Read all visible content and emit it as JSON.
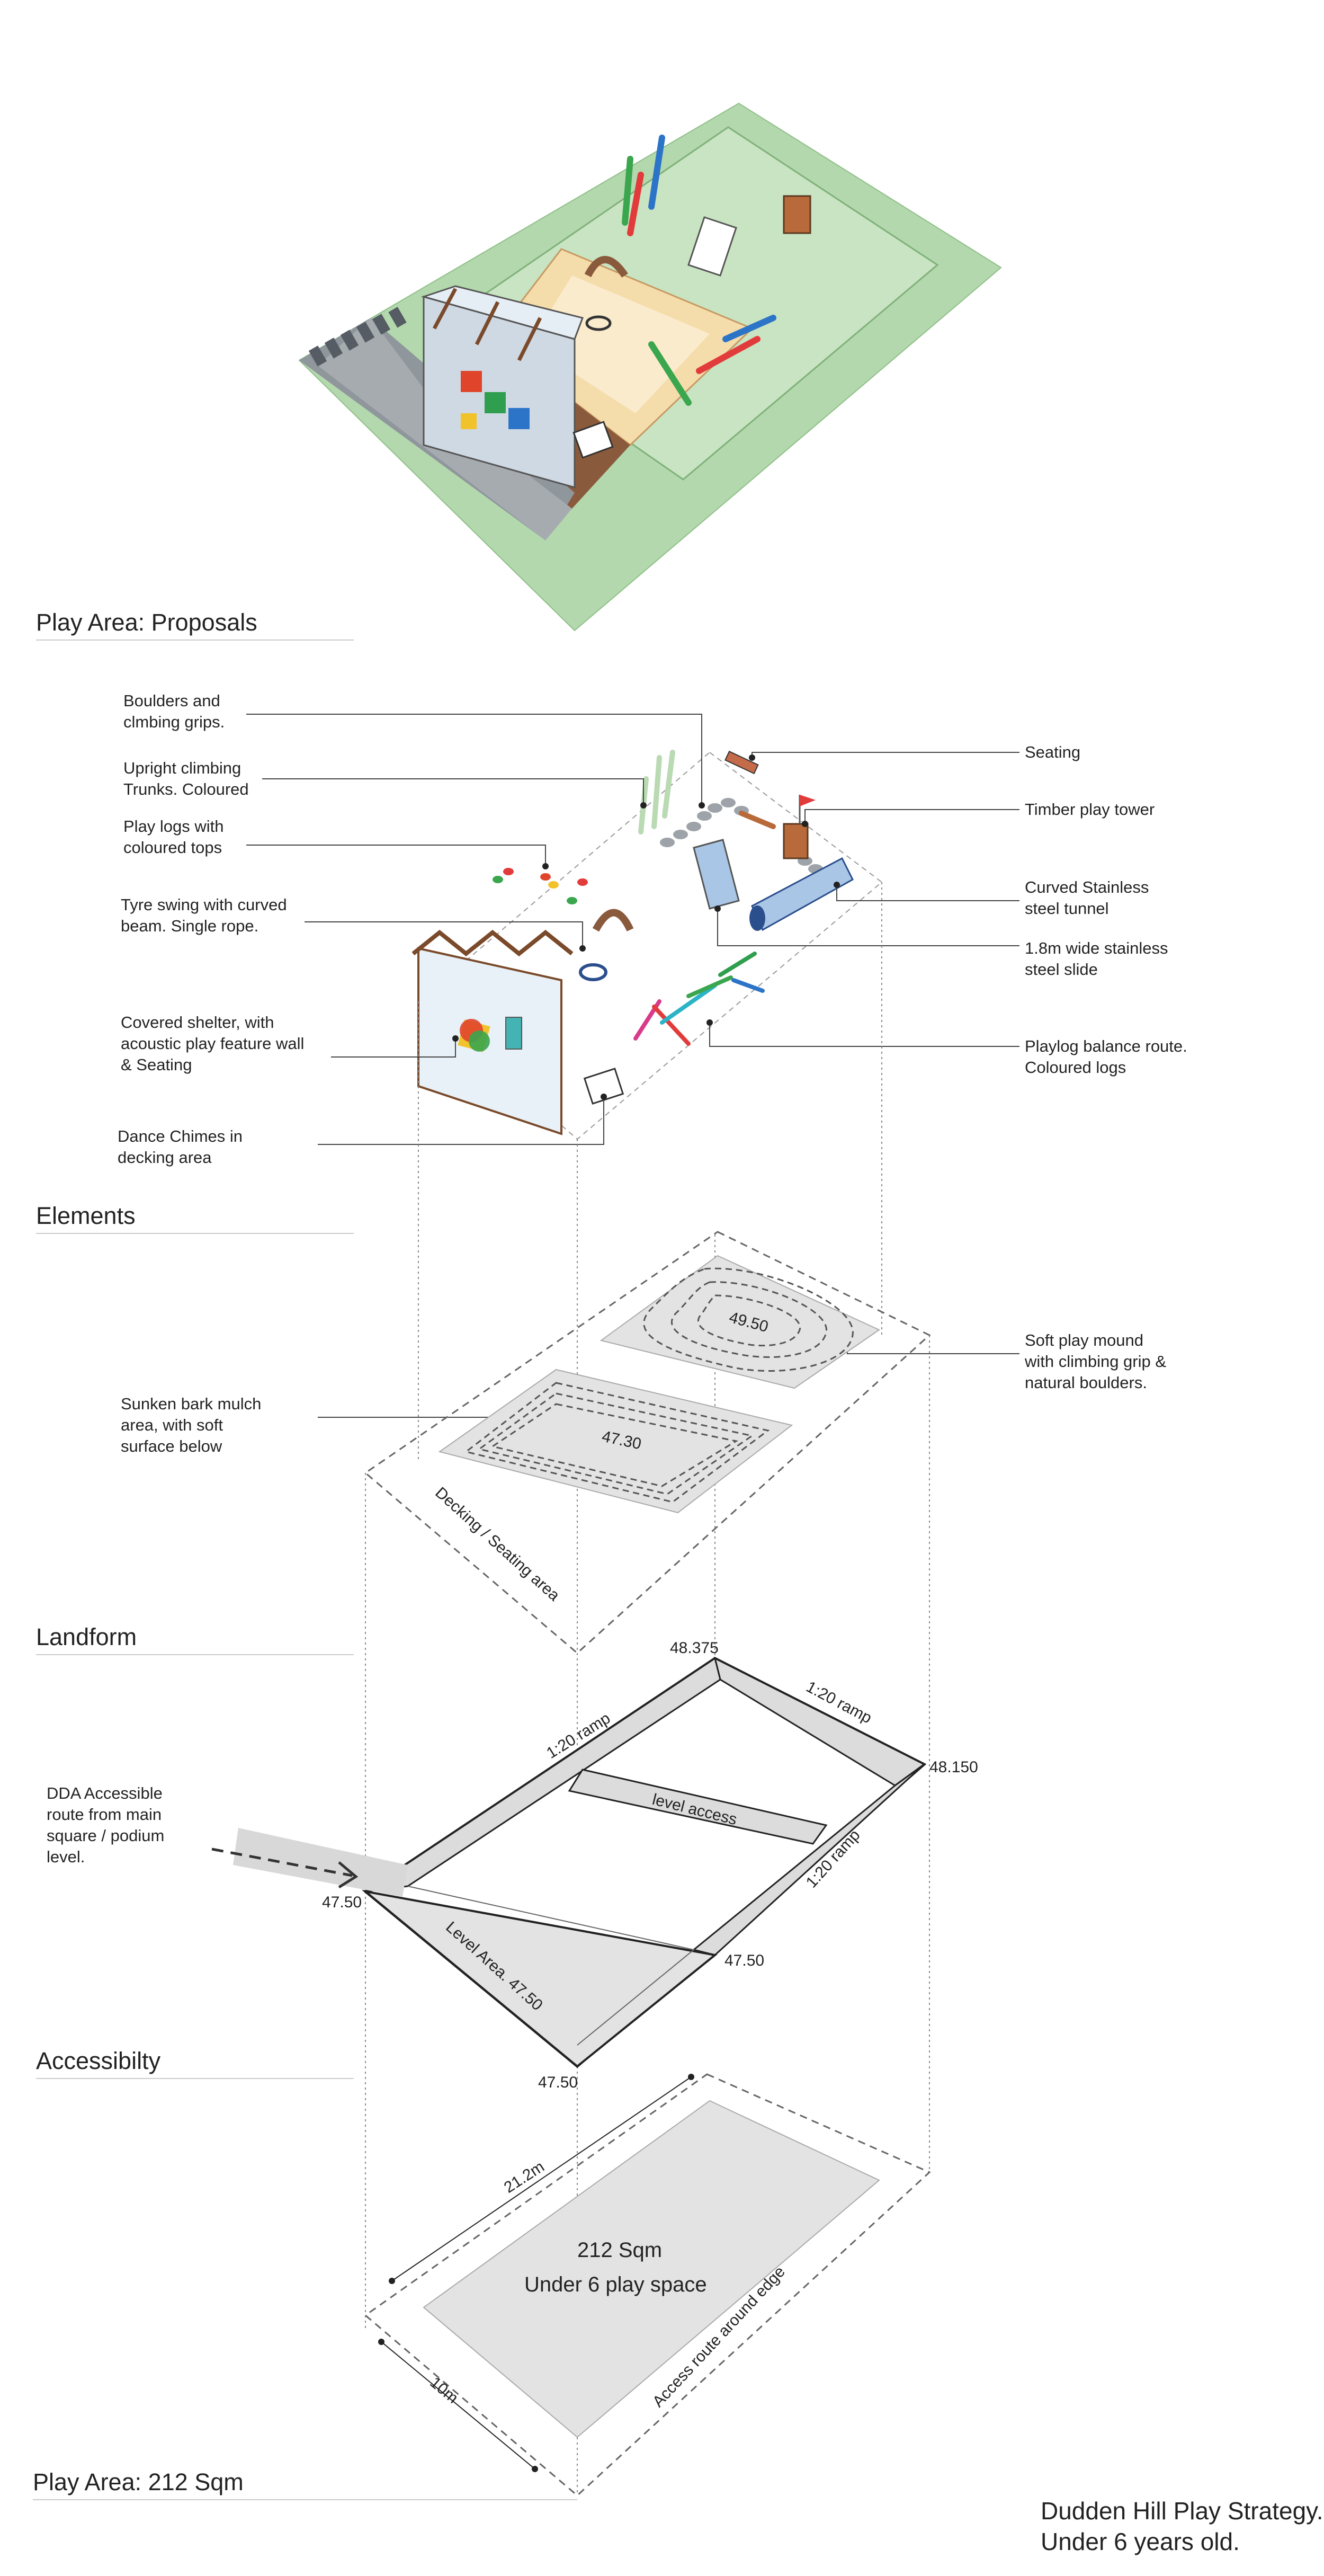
{
  "sections": {
    "proposals": "Play Area: Proposals",
    "elements": "Elements",
    "landform": "Landform",
    "accessibility": "Accessibilty",
    "area": "Play Area: 212 Sqm"
  },
  "callouts": {
    "boulders": [
      "Boulders and",
      "clmbing grips."
    ],
    "upright": [
      "Upright climbing",
      "Trunks. Coloured"
    ],
    "playlogs": [
      "Play logs with",
      "coloured tops"
    ],
    "tyre": [
      "Tyre swing with curved",
      "beam. Single rope."
    ],
    "shelter": [
      "Covered shelter, with",
      "acoustic play feature wall",
      "& Seating"
    ],
    "chimes": [
      "Dance Chimes in",
      "decking area"
    ],
    "seating": [
      "Seating"
    ],
    "tower": [
      "Timber play tower"
    ],
    "tunnel": [
      "Curved Stainless",
      "steel tunnel"
    ],
    "slide": [
      "1.8m wide stainless",
      "steel slide"
    ],
    "balance": [
      "Playlog balance route.",
      "Coloured logs"
    ],
    "mound": [
      "Soft play mound",
      "with climbing grip &",
      "natural boulders."
    ],
    "bark": [
      "Sunken bark mulch",
      "area, with soft",
      "surface below"
    ],
    "dda": [
      "DDA Accessible",
      "route from main",
      "square / podium",
      "level."
    ]
  },
  "landform": {
    "mound_level": "49.50",
    "bark_level": "47.30",
    "decking_label": "Decking / Seating area"
  },
  "accessibility": {
    "level_top": "48.375",
    "level_right": "48.150",
    "level_left": "47.50",
    "level_mid": "47.50",
    "level_bottom": "47.50",
    "ramp_1": "1:20 ramp",
    "ramp_2": "1:20 ramp",
    "ramp_3": "1:20 ramp",
    "level_access": "level access",
    "level_area": "Level Area. 47.50"
  },
  "area": {
    "dim_long": "21.2m",
    "dim_short": "10m",
    "area_value": "212 Sqm",
    "area_desc": "Under 6 play space",
    "edge_route": "Access route around edge"
  },
  "footer": [
    "Dudden Hill Play Strategy.",
    "Under 6 years old."
  ],
  "colors": {
    "grass": "#b6d9b0",
    "sand": "#f3d8a5",
    "decking": "#8a5a3c",
    "path": "#8e959c",
    "shade": "#e3e3e3"
  }
}
